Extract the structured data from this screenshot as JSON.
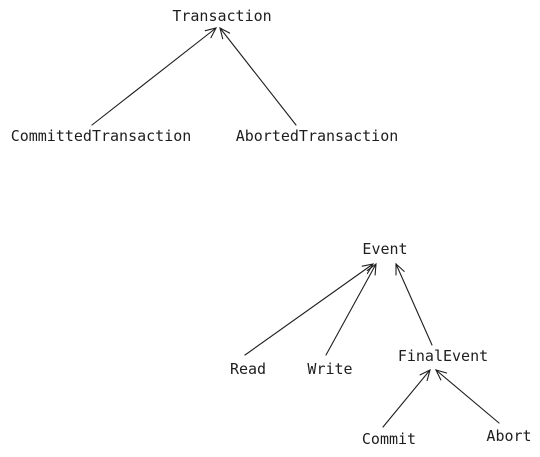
{
  "diagram": {
    "nodes": [
      {
        "id": "transaction",
        "label": "Transaction"
      },
      {
        "id": "committed",
        "label": "CommittedTransaction"
      },
      {
        "id": "aborted",
        "label": "AbortedTransaction"
      },
      {
        "id": "event",
        "label": "Event"
      },
      {
        "id": "read",
        "label": "Read"
      },
      {
        "id": "write",
        "label": "Write"
      },
      {
        "id": "finalevent",
        "label": "FinalEvent"
      },
      {
        "id": "commit",
        "label": "Commit"
      },
      {
        "id": "abort",
        "label": "Abort"
      }
    ],
    "edges": [
      {
        "from": "committed",
        "to": "transaction"
      },
      {
        "from": "aborted",
        "to": "transaction"
      },
      {
        "from": "read",
        "to": "event"
      },
      {
        "from": "write",
        "to": "event"
      },
      {
        "from": "finalevent",
        "to": "event"
      },
      {
        "from": "commit",
        "to": "finalevent"
      },
      {
        "from": "abort",
        "to": "finalevent"
      }
    ]
  }
}
